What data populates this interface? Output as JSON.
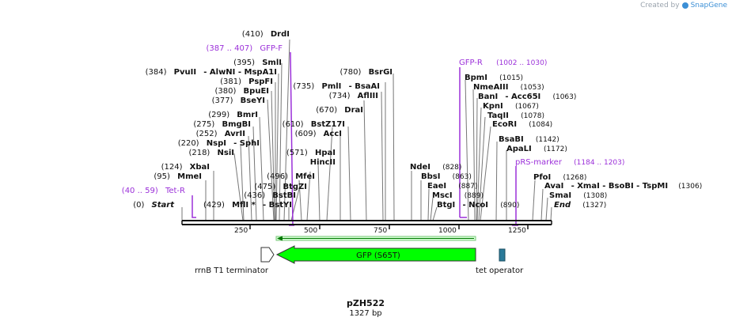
{
  "credit": {
    "prefix": "Created by",
    "brand": "SnapGene"
  },
  "map": {
    "name": "pZH522",
    "length_label": "1327 bp",
    "length": 1327,
    "ruler_ticks": [
      "250",
      "500",
      "750",
      "1000",
      "1250"
    ]
  },
  "sites": {
    "start": {
      "coord": "(0)",
      "name": "Start"
    },
    "end": {
      "coord": "(1327)",
      "name": "End"
    },
    "mmeI": {
      "coord": "(95)",
      "name": "MmeI"
    },
    "xbaI": {
      "coord": "(124)",
      "name": "XbaI"
    },
    "nsiI": {
      "coord": "(218)",
      "name": "NsiI"
    },
    "nspI": {
      "coord": "(220)",
      "name": "NspI",
      "extra": "- SphI"
    },
    "avrII": {
      "coord": "(252)",
      "name": "AvrII"
    },
    "bmgBI": {
      "coord": "(275)",
      "name": "BmgBI"
    },
    "bmrI": {
      "coord": "(299)",
      "name": "BmrI"
    },
    "bseYI": {
      "coord": "(377)",
      "name": "BseYI"
    },
    "bpuEI": {
      "coord": "(380)",
      "name": "BpuEI"
    },
    "pspFI": {
      "coord": "(381)",
      "name": "PspFI"
    },
    "pvuII": {
      "coord": "(384)",
      "name": "PvuII",
      "extra": "- AlwNI   - MspA1I"
    },
    "smlI": {
      "coord": "(395)",
      "name": "SmlI"
    },
    "drdI": {
      "coord": "(410)",
      "name": "DrdI"
    },
    "mflI": {
      "coord": "(429)",
      "name": "MflI *",
      "extra": "- BstYI"
    },
    "bstBI": {
      "coord": "(436)",
      "name": "BstBI"
    },
    "btgZI": {
      "coord": "(475)",
      "name": "BtgZI"
    },
    "mfeI": {
      "coord": "(496)",
      "name": "MfeI"
    },
    "hincII": {
      "name": "HincII"
    },
    "hpaI": {
      "coord": "(571)",
      "name": "HpaI"
    },
    "accI": {
      "coord": "(609)",
      "name": "AccI"
    },
    "bstZ17I": {
      "coord": "(610)",
      "name": "BstZ17I"
    },
    "draI": {
      "coord": "(670)",
      "name": "DraI"
    },
    "aflIII": {
      "coord": "(734)",
      "name": "AflIII"
    },
    "pmlI": {
      "coord": "(735)",
      "name": "PmlI",
      "extra": "- BsaAI"
    },
    "bsrGI": {
      "coord": "(780)",
      "name": "BsrGI"
    },
    "ndeI": {
      "name": "NdeI",
      "coord": "(828)"
    },
    "bbsI": {
      "name": "BbsI",
      "coord": "(863)"
    },
    "eaeI": {
      "name": "EaeI",
      "coord": "(887)"
    },
    "mscI": {
      "name": "MscI",
      "coord": "(889)"
    },
    "btgI": {
      "name": "BtgI",
      "extra": "- NcoI",
      "coord": "(890)"
    },
    "bpmI": {
      "name": "BpmI",
      "coord": "(1015)"
    },
    "nmeAIII": {
      "name": "NmeAIII",
      "coord": "(1053)"
    },
    "banI": {
      "name": "BanI",
      "extra": "- Acc65I",
      "coord": "(1063)"
    },
    "kpnI": {
      "name": "KpnI",
      "coord": "(1067)"
    },
    "taqII": {
      "name": "TaqII",
      "coord": "(1078)"
    },
    "ecoRI": {
      "name": "EcoRI",
      "coord": "(1084)"
    },
    "bsaBI": {
      "name": "BsaBI",
      "coord": "(1142)"
    },
    "apaLI": {
      "name": "ApaLI",
      "coord": "(1172)"
    },
    "pfoI": {
      "name": "PfoI",
      "coord": "(1268)"
    },
    "avaI": {
      "name": "AvaI",
      "extra": "- XmaI   - BsoBI   - TspMI",
      "coord": "(1306)"
    },
    "smaI": {
      "name": "SmaI",
      "coord": "(1308)"
    }
  },
  "primers": {
    "tetR": {
      "coord": "(40 .. 59)",
      "name": "Tet-R"
    },
    "gfpF": {
      "coord": "(387 .. 407)",
      "name": "GFP-F"
    },
    "gfpR": {
      "name": "GFP-R",
      "coord": "(1002 .. 1030)"
    },
    "rsMarker": {
      "name": "pRS-marker",
      "coord": "(1184 .. 1203)"
    }
  },
  "features": {
    "gfp": {
      "label": "GFP (S65T)",
      "color": "#00ff00"
    },
    "rrnb": {
      "label": "rrnB T1 terminator"
    },
    "tetOperator": {
      "label": "tet operator",
      "color": "#2a7a99"
    }
  },
  "colors": {
    "primer": "#9b30d9",
    "line": "#777777",
    "backbone": "#111111"
  }
}
